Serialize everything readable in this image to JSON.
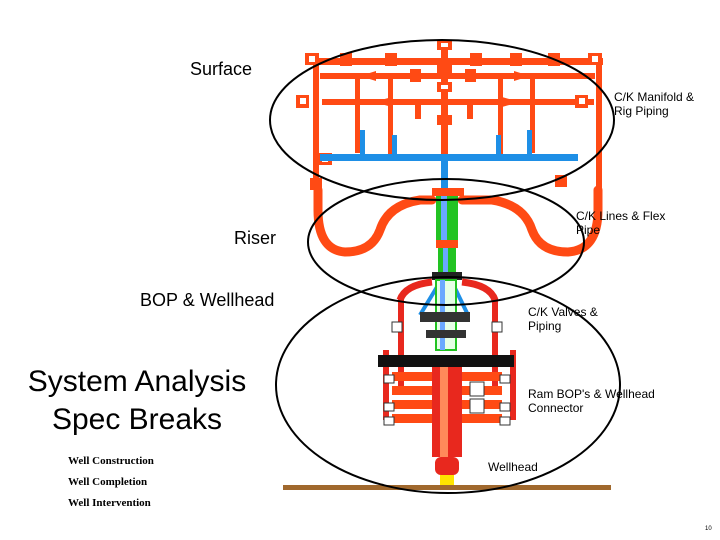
{
  "labels": {
    "surface": "Surface",
    "riser": "Riser",
    "bop_wellhead": "BOP & Wellhead",
    "ck_manifold": "C/K Manifold & Rig Piping",
    "ck_lines": "C/K Lines & Flex Pipe",
    "ck_valves": "C/K Valves & Piping",
    "ram_bop": "Ram BOP's & Wellhead Connector",
    "wellhead": "Wellhead"
  },
  "title": {
    "line1": "System Analysis",
    "line2": "Spec Breaks"
  },
  "items": [
    "Well Construction",
    "Well Completion",
    "Well Intervention"
  ],
  "page_number": "10",
  "colors": {
    "piping": "#ff4a14",
    "piping_dark": "#d92a00",
    "valve_red": "#e8281e",
    "blue_line": "#1e8fe6",
    "riser_green": "#22c322",
    "riser_blue": "#6aa8ff",
    "ground": "#a0682d"
  }
}
